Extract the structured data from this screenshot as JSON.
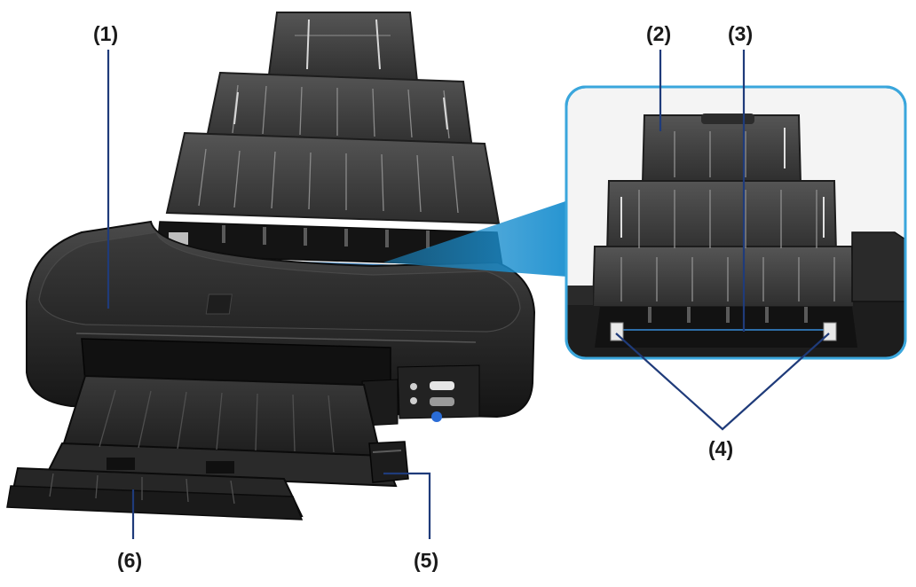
{
  "labels": {
    "l1": "(1)",
    "l2": "(2)",
    "l3": "(3)",
    "l4": "(4)",
    "l5": "(5)",
    "l6": "(6)"
  },
  "colors": {
    "printer_body": "#2b2b2b",
    "printer_dark": "#151515",
    "paper_support": "#3a3a3a",
    "callout_border": "#3aa6dc",
    "callout_beam": "#1b8fcf",
    "leader_line": "#1f3b7a",
    "panel_button": "#2a6cd6"
  }
}
